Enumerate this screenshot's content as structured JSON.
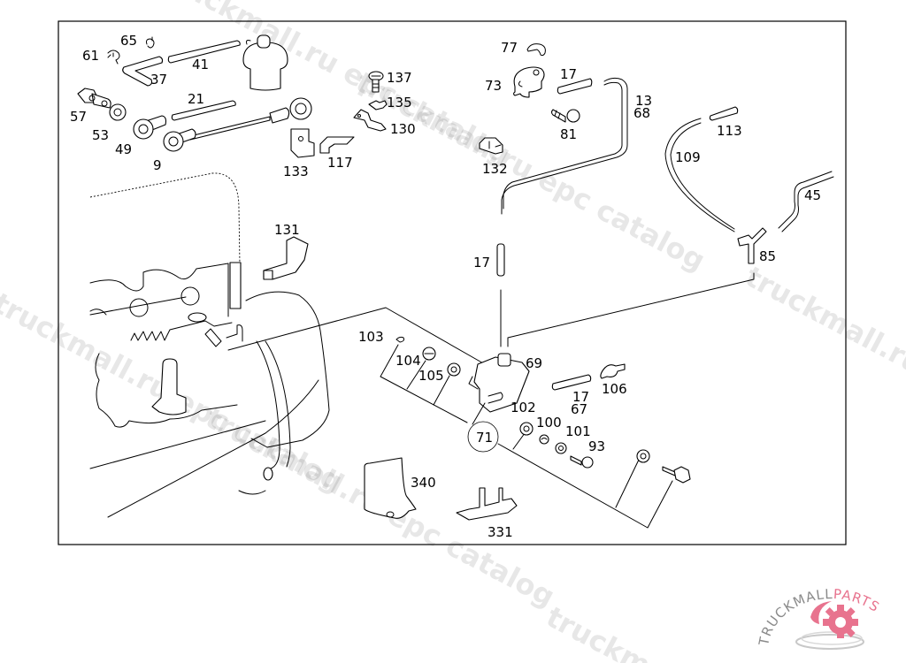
{
  "diagram": {
    "title": "Fuel injection pump parts diagram",
    "labels": {
      "p61": "61",
      "p65": "65",
      "p41": "41",
      "p37": "37",
      "p57": "57",
      "p53": "53",
      "p49": "49",
      "p9": "9",
      "p21": "21",
      "p137": "137",
      "p135": "135",
      "p130": "130",
      "p133": "133",
      "p117": "117",
      "p77": "77",
      "p73": "73",
      "p17a": "17",
      "p81": "81",
      "p132": "132",
      "p13": "13",
      "p68": "68",
      "p113": "113",
      "p109": "109",
      "p45": "45",
      "p85": "85",
      "p131": "131",
      "p17b": "17",
      "p103": "103",
      "p104": "104",
      "p105": "105",
      "p69": "69",
      "p17c": "17",
      "p67": "67",
      "p106": "106",
      "p102": "102",
      "p100": "100",
      "p101": "101",
      "p93": "93",
      "p71": "71",
      "p340": "340",
      "p331": "331"
    }
  },
  "watermarks": [
    "truckmall.ru epc catalog",
    "truckmall.ru epc catalog",
    "truckmall.ru epc catalog",
    "truckmall.ru epc catalog"
  ],
  "logo": {
    "text_primary": "TRUCKMALL",
    "text_accent": "PARTS",
    "primary_color": "#8a8a8a",
    "accent_color": "#e8738e"
  }
}
